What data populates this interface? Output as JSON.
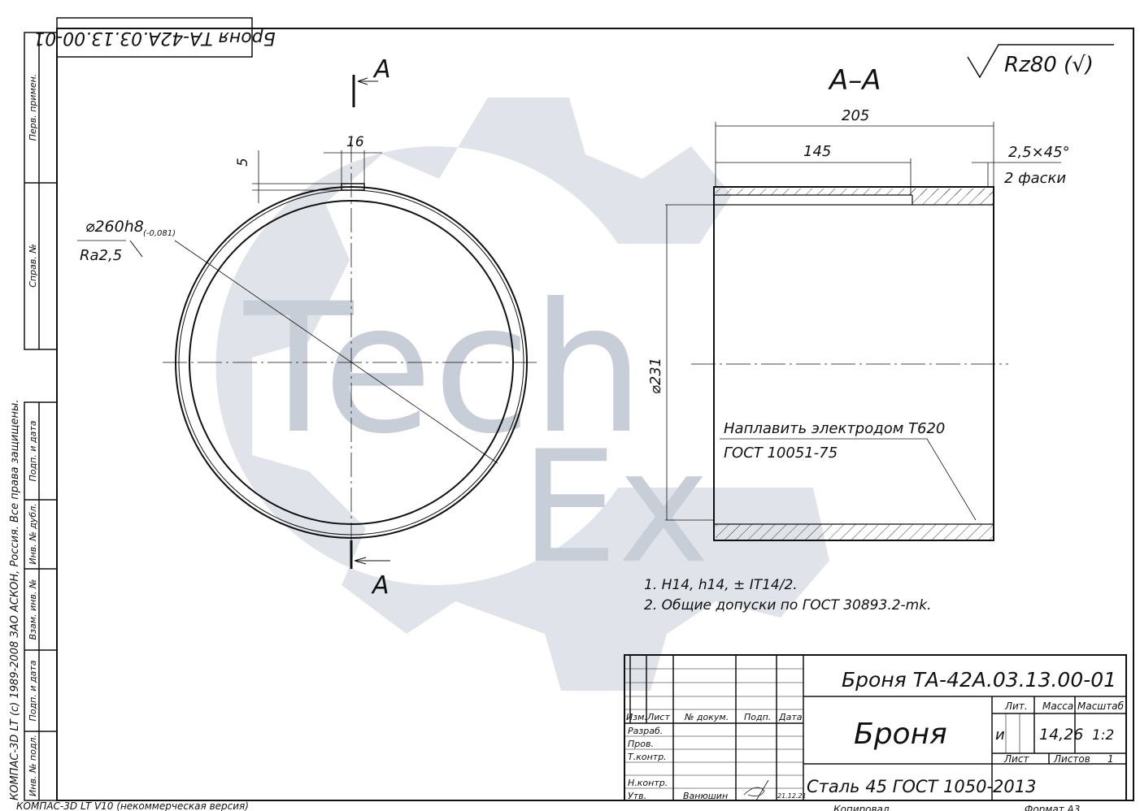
{
  "stamp_top": "Броня ТА-42А.03.13.00-01",
  "watermark": {
    "line1": "Tech",
    "line2": "Ex",
    "color": "#c7ced8"
  },
  "side_columns": {
    "upper": [
      "Перв. примен.",
      "Справ. №"
    ],
    "lower": [
      "Подп. и дата",
      "Инв. № дубл.",
      "Взам. инв. №",
      "Подп. и дата",
      "Инв. № подл."
    ],
    "copyright": "КОМПАС-3D LT (c) 1989-2008 ЗАО АСКОН, Россия. Все права защищены."
  },
  "footer_note": "КОМПАС-3D LT V10 (некоммерческая версия)",
  "roughness": "Rz80 (√)",
  "front_view": {
    "section_mark_top": "A",
    "section_mark_bottom": "A",
    "dim_key_width": "16",
    "dim_key_depth": "5",
    "dim_diameter": "⌀260h8",
    "dim_tolerance": "(-0,081)",
    "surface_finish": "Ra2,5"
  },
  "section_view": {
    "title": "А–А",
    "dim_length": "205",
    "dim_groove": "145",
    "dim_chamfer": "2,5×45°",
    "chamfer_note": "2 фаски",
    "dim_inner_diameter": "⌀231",
    "weld_note_1": "Наплавить электродом Т620",
    "weld_note_2": "ГОСТ 10051-75"
  },
  "notes": [
    "1. H14, h14, ± IT14/2.",
    "2. Общие допуски по ГОСТ 30893.2-mk."
  ],
  "title_block": {
    "designation": "Броня ТА-42А.03.13.00-01",
    "name": "Броня",
    "material": "Сталь 45  ГОСТ 1050-2013",
    "headers": [
      "Изм.",
      "Лист",
      "№ докум.",
      "Подп.",
      "Дата"
    ],
    "roles": [
      "Разраб.",
      "Пров.",
      "Т.контр.",
      "Н.контр.",
      "Утв."
    ],
    "approver": "Ванюшин",
    "date": "21.12.21",
    "lit_label": "Лит.",
    "mass_label": "Масса",
    "scale_label": "Масштаб",
    "lit_value": "и",
    "mass_value": "14,26",
    "scale_value": "1:2",
    "sheet_label": "Лист",
    "sheets_label": "Листов",
    "sheets_value": "1",
    "copied": "Копировал",
    "format": "Формат А3"
  }
}
